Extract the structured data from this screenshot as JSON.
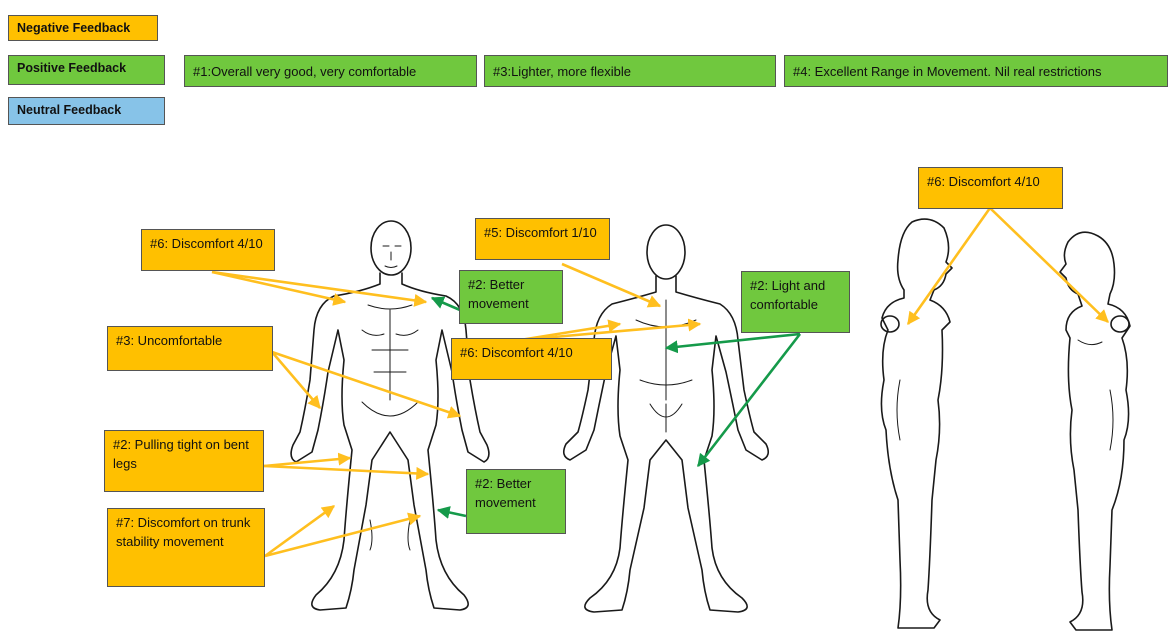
{
  "legend": {
    "negative": "Negative Feedback",
    "positive": "Positive Feedback",
    "neutral": "Neutral Feedback"
  },
  "colors": {
    "negative": "#ffc000",
    "positive": "#70c83e",
    "neutral": "#87c3e8",
    "negative_arrow": "#ffbf1f",
    "positive_arrow": "#159a4a"
  },
  "top_feedback": {
    "f1": "#1:Overall very good, very comfortable",
    "f3": "#3:Lighter, more flexible",
    "f4": "#4: Excellent Range in Movement. Nil real restrictions"
  },
  "callouts": {
    "front_discomfort_6": "#6: Discomfort 4/10",
    "front_better_movement_upper": "#2: Better movement",
    "front_uncomfortable_3": "#3: Uncomfortable",
    "front_pulling_tight_2": "#2: Pulling tight on bent legs",
    "front_discomfort_7": "#7: Discomfort on trunk stability movement",
    "front_better_movement_lower": "#2: Better movement",
    "back_discomfort_5": "#5: Discomfort 1/10",
    "back_discomfort_6": "#6: Discomfort 4/10",
    "back_light_comfortable_2": "#2: Light and comfortable",
    "side_discomfort_6": "#6: Discomfort 4/10"
  }
}
